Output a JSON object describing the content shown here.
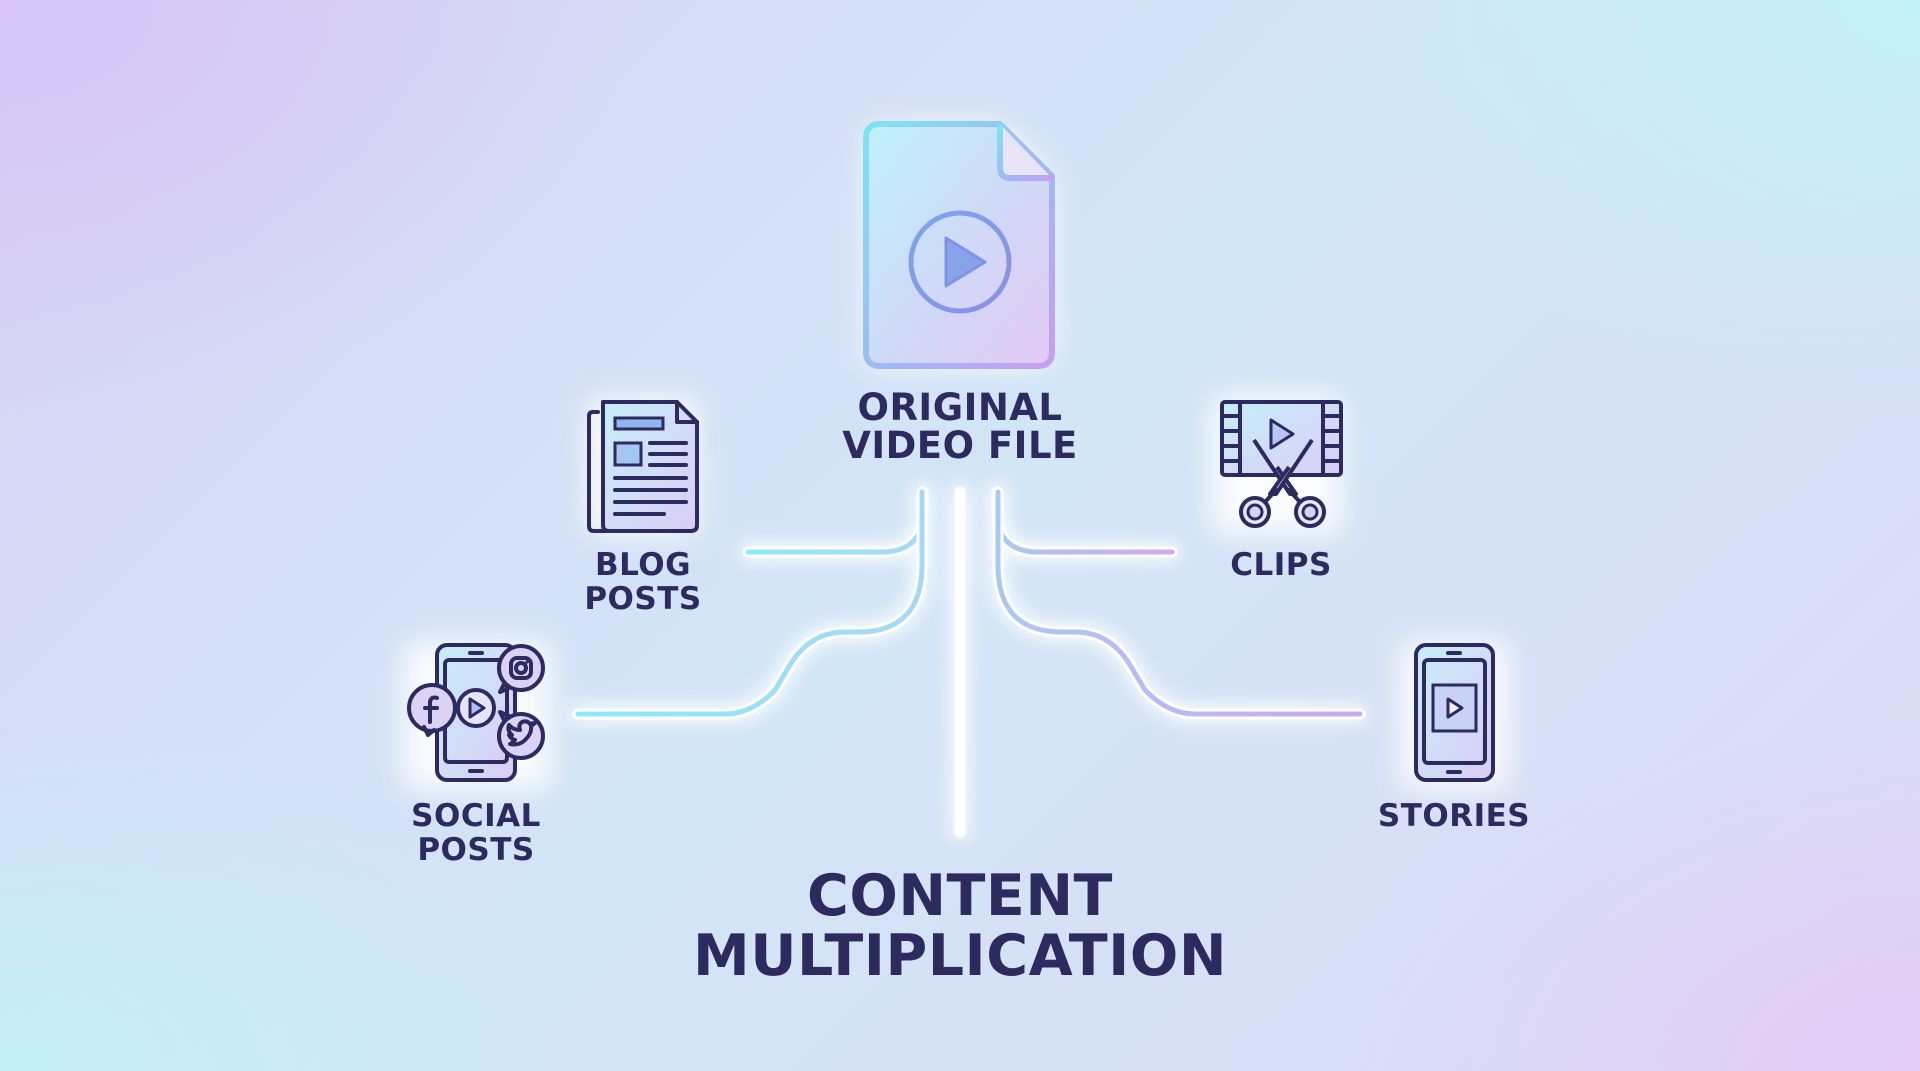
{
  "title": {
    "line1": "CONTENT",
    "line2": "MULTIPLICATION"
  },
  "source": {
    "line1": "ORIGINAL",
    "line2": "VIDEO FILE",
    "icon": "video-file-icon"
  },
  "outputs": {
    "blog": {
      "line1": "BLOG",
      "line2": "POSTS",
      "icon": "newspaper-icon"
    },
    "clips": {
      "line1": "CLIPS",
      "icon": "film-scissors-icon"
    },
    "social": {
      "line1": "SOCIAL",
      "line2": "POSTS",
      "icon": "phone-social-icon"
    },
    "stories": {
      "line1": "STORIES",
      "icon": "phone-play-icon"
    }
  },
  "colors": {
    "ink": "#2c2a5e",
    "cyan": "#7fe3f5",
    "lavender": "#c8a6f2",
    "glow": "#ffffff"
  }
}
